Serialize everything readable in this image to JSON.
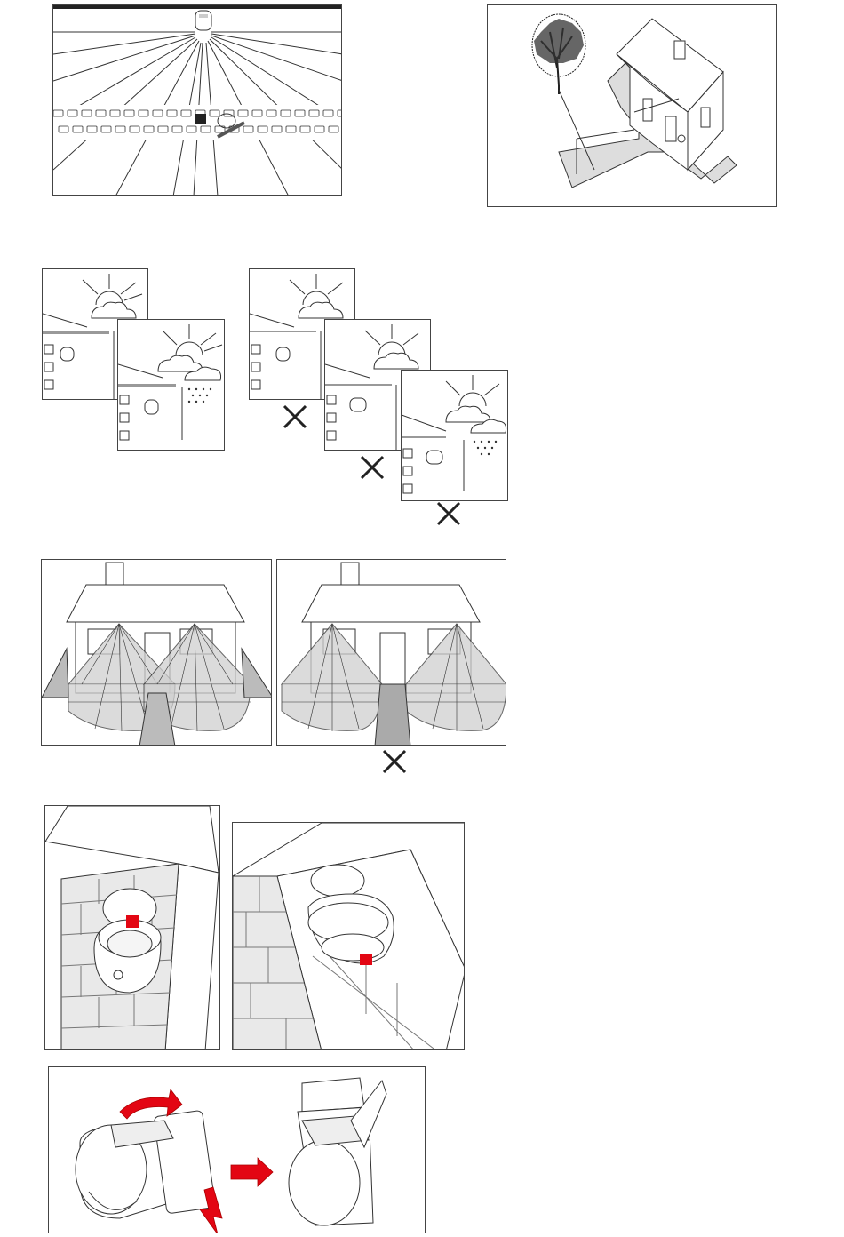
{
  "figure": {
    "panels": [
      {
        "id": "fig1",
        "subject": "ceiling-sensor-detection-rays"
      },
      {
        "id": "fig2",
        "subject": "house-with-tree-and-path"
      },
      {
        "id": "fig3a",
        "subject": "weather-correct-mounting"
      },
      {
        "id": "fig3b",
        "subject": "weather-incorrect-mounting"
      },
      {
        "id": "fig4a",
        "subject": "overlapping-detection-zones"
      },
      {
        "id": "fig4b",
        "subject": "gap-between-detection-zones"
      },
      {
        "id": "fig5a",
        "subject": "wall-mounted-sensor"
      },
      {
        "id": "fig5b",
        "subject": "ceiling-mounted-sensor"
      },
      {
        "id": "fig6",
        "subject": "rotating-sensor-head"
      }
    ],
    "marks": {
      "incorrect": "cross-mark-icon",
      "direction": "red-arrow-icon"
    },
    "colors": {
      "accent": "#e30613",
      "zone_fill": "#d6d6d6",
      "line": "#333333"
    }
  }
}
